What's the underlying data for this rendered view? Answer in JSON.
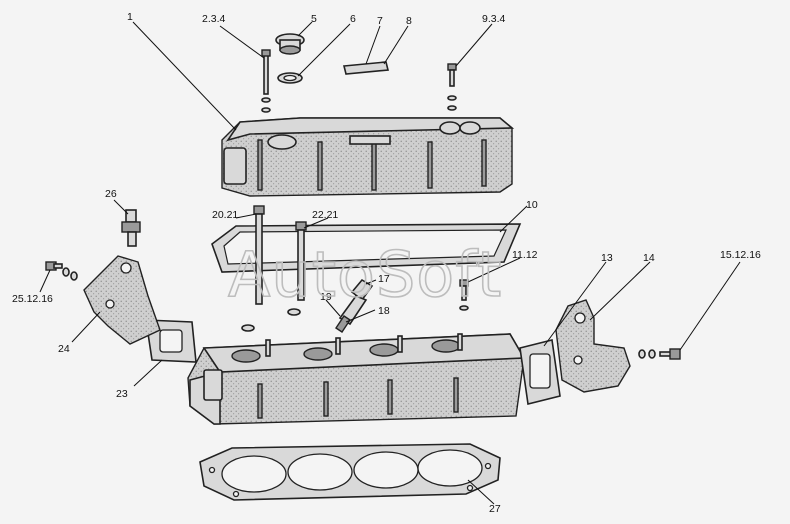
{
  "watermark": "AutoSoft",
  "callouts": {
    "c1": "1",
    "c234": "2.3.4",
    "c5": "5",
    "c6": "6",
    "c7": "7",
    "c8": "8",
    "c934": "9.3.4",
    "c10": "10",
    "c1112": "11.12",
    "c13": "13",
    "c14": "14",
    "c151216": "15.12.16",
    "c17": "17",
    "c18": "18",
    "c19": "19",
    "c2021": "20.21",
    "c2221": "22.21",
    "c23": "23",
    "c24": "24",
    "c251216": "25.12.16",
    "c26": "26",
    "c27": "27"
  }
}
